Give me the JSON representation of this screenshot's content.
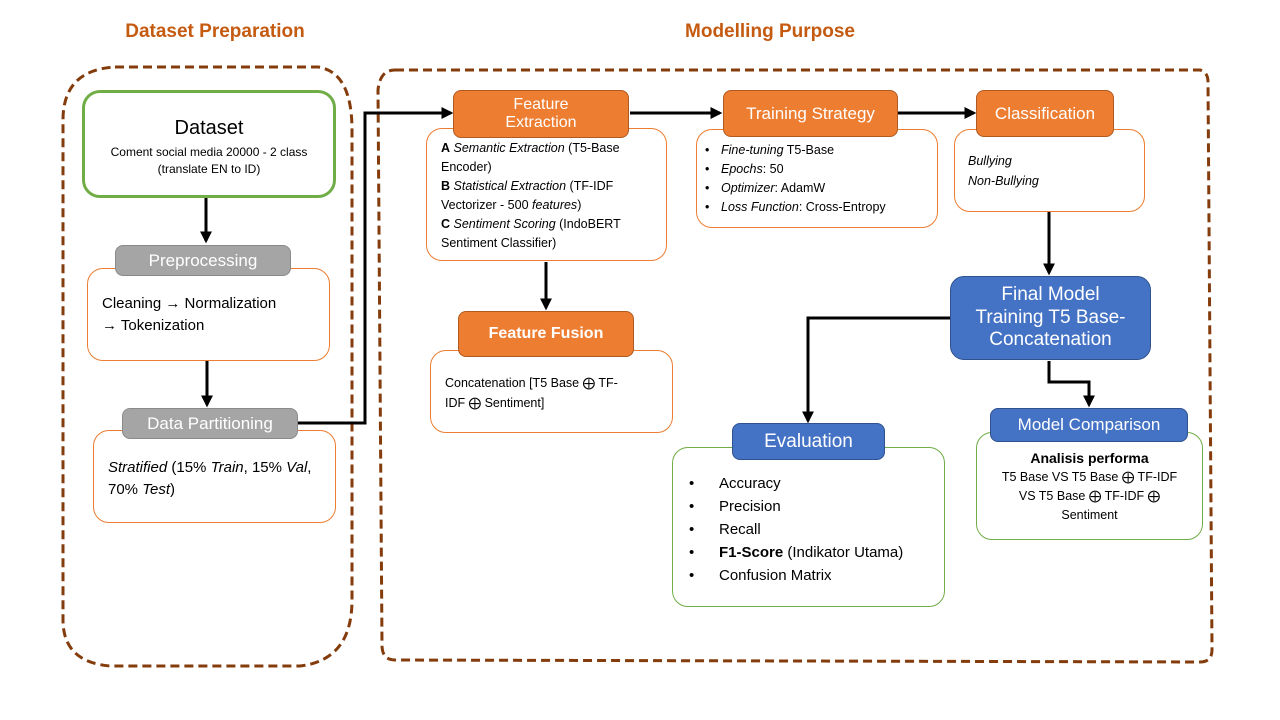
{
  "sections": {
    "dataset_preparation": "Dataset Preparation",
    "modelling_purpose": "Modelling Purpose"
  },
  "colors": {
    "section_title": "#C55A11",
    "dashed_border": "#843C0C",
    "orange": "#ED7D31",
    "gray": "#A5A5A5",
    "blue": "#4472C4",
    "green": "#70AD47"
  },
  "dataset": {
    "title": "Dataset",
    "line1": "Coment social media 20000 - 2 class",
    "line2": "(translate EN to ID)"
  },
  "preprocessing": {
    "header": "Preprocessing",
    "line1": "Cleaning → Normalization",
    "line2": "→ Tokenization"
  },
  "partitioning": {
    "header": "Data Partitioning",
    "stratified": "Stratified",
    "p1": " (15% ",
    "train": "Train",
    "p2": ", 15%",
    "val": "Val",
    "p3": ", 70% ",
    "test": "Test",
    "p4": ")"
  },
  "feature_extraction": {
    "header_line1": "Feature",
    "header_line2": "Extraction",
    "items": [
      {
        "letter": "A",
        "name": "Semantic Extraction",
        "rest": " (T5-Base",
        "cont": "Encoder)"
      },
      {
        "letter": "B",
        "name": "Statistical Extraction",
        "rest": " (TF-IDF",
        "cont_pre": "Vectorizer - 500 ",
        "cont_it": "features",
        "cont_post": ")"
      },
      {
        "letter": "C",
        "name": "Sentiment Scoring",
        "rest": " (IndoBERT",
        "cont": "Sentiment  Classifier)"
      }
    ]
  },
  "feature_fusion": {
    "header": "Feature Fusion",
    "line1": "Concatenation [T5 Base ⨁ TF-",
    "line2": "IDF ⨁ Sentiment]"
  },
  "training_strategy": {
    "header": "Training Strategy",
    "items": [
      {
        "label": "Fine-tuning",
        "value": " T5-Base"
      },
      {
        "label": "Epochs",
        "value": ": 50"
      },
      {
        "label": "Optimizer",
        "value": ": AdamW"
      },
      {
        "label": "Loss Function",
        "value": ": Cross-Entropy"
      }
    ]
  },
  "classification": {
    "header": "Classification",
    "classes": [
      "Bullying",
      "Non-Bullying"
    ]
  },
  "final_model": {
    "line1": "Final Model",
    "line2": "Training T5 Base-",
    "line3": "Concatenation"
  },
  "evaluation": {
    "header": "Evaluation",
    "metrics": [
      "Accuracy",
      "Precision",
      "Recall"
    ],
    "f1_bold": "F1-Score",
    "f1_rest": " (Indikator Utama)",
    "last": "Confusion Matrix"
  },
  "model_comparison": {
    "header": "Model Comparison",
    "subtitle": "Analisis performa",
    "line1": "T5 Base VS T5 Base ⨁ TF-IDF",
    "line2": "VS T5 Base ⨁ TF-IDF ⨁",
    "line3": "Sentiment"
  }
}
